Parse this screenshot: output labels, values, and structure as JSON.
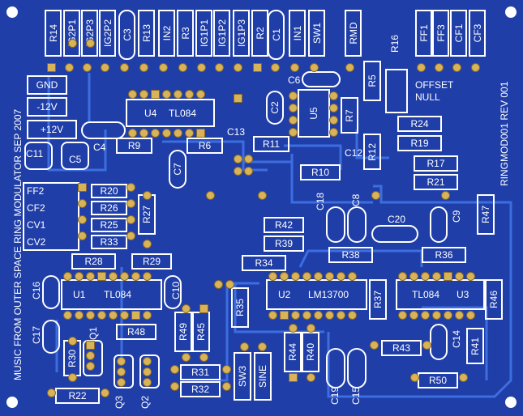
{
  "board": {
    "side_title": "MUSIC FROM OUTER SPACE RING MODULATOR  SEP 2007",
    "right_title": "RINGMOD001  REV 001",
    "offset_label": "OFFSET",
    "null_label": "NULL",
    "colors": {
      "board": "#1f3ea8",
      "trace": "#3d6ee0",
      "silk": "#ffffff",
      "pad": "#d9b35a"
    }
  },
  "top_header": [
    "R14",
    "IG2P1",
    "IG2P3",
    "IG2P2",
    "C3",
    "R13",
    "IN2",
    "R3",
    "IG1P1",
    "IG1P2",
    "IG1P3",
    "R2",
    "C1",
    "IN1",
    "SW1",
    "RMD",
    "R16",
    "FF1",
    "FF3",
    "CF1",
    "CF3"
  ],
  "power": [
    "GND",
    "-12V",
    "+12V"
  ],
  "caps_left": [
    "C11",
    "C5",
    "C4"
  ],
  "ic_labels": {
    "u4": "U4",
    "u4_part": "TL084",
    "u5": "U5",
    "u1": "U1",
    "u1_part": "TL084",
    "u2": "U2",
    "u2_part": "LM13700",
    "u3": "U3",
    "u3_part": "TL084"
  },
  "resistors": {
    "r9": "R9",
    "r6": "R6",
    "r11": "R11",
    "r10": "R10",
    "r5": "R5",
    "r7": "R7",
    "r12": "R12",
    "r24": "R24",
    "r19": "R19",
    "r17": "R17",
    "r21": "R21",
    "r47": "R47",
    "r20": "R20",
    "r26": "R26",
    "r25": "R25",
    "r33": "R33",
    "r27": "R27",
    "r42": "R42",
    "r39": "R39",
    "r34": "R34",
    "r38": "R38",
    "r36": "R36",
    "r28": "R28",
    "r29": "R29",
    "r35": "R35",
    "r37": "R37",
    "r46": "R46",
    "r48": "R48",
    "r49": "R49",
    "r45": "R45",
    "r30": "R30",
    "r44": "R44",
    "r40": "R40",
    "r43": "R43",
    "r41": "R41",
    "r50": "R50",
    "r31": "R31",
    "r32": "R32",
    "r22": "R22"
  },
  "caps": {
    "c6": "C6",
    "c2": "C2",
    "c13": "C13",
    "c12": "C12",
    "c7": "C7",
    "c18": "C18",
    "c8": "C8",
    "c20": "C20",
    "c9": "C9",
    "c16": "C16",
    "c10": "C10",
    "c17": "C17",
    "c14": "C14",
    "c19": "C19",
    "c15": "C15"
  },
  "io_left": [
    "FF2",
    "CF2",
    "CV1",
    "CV2"
  ],
  "transistors": {
    "q1": "Q1",
    "q2": "Q2",
    "q3": "Q3"
  },
  "switches": {
    "sw3": "SW3",
    "sine": "SINE"
  }
}
